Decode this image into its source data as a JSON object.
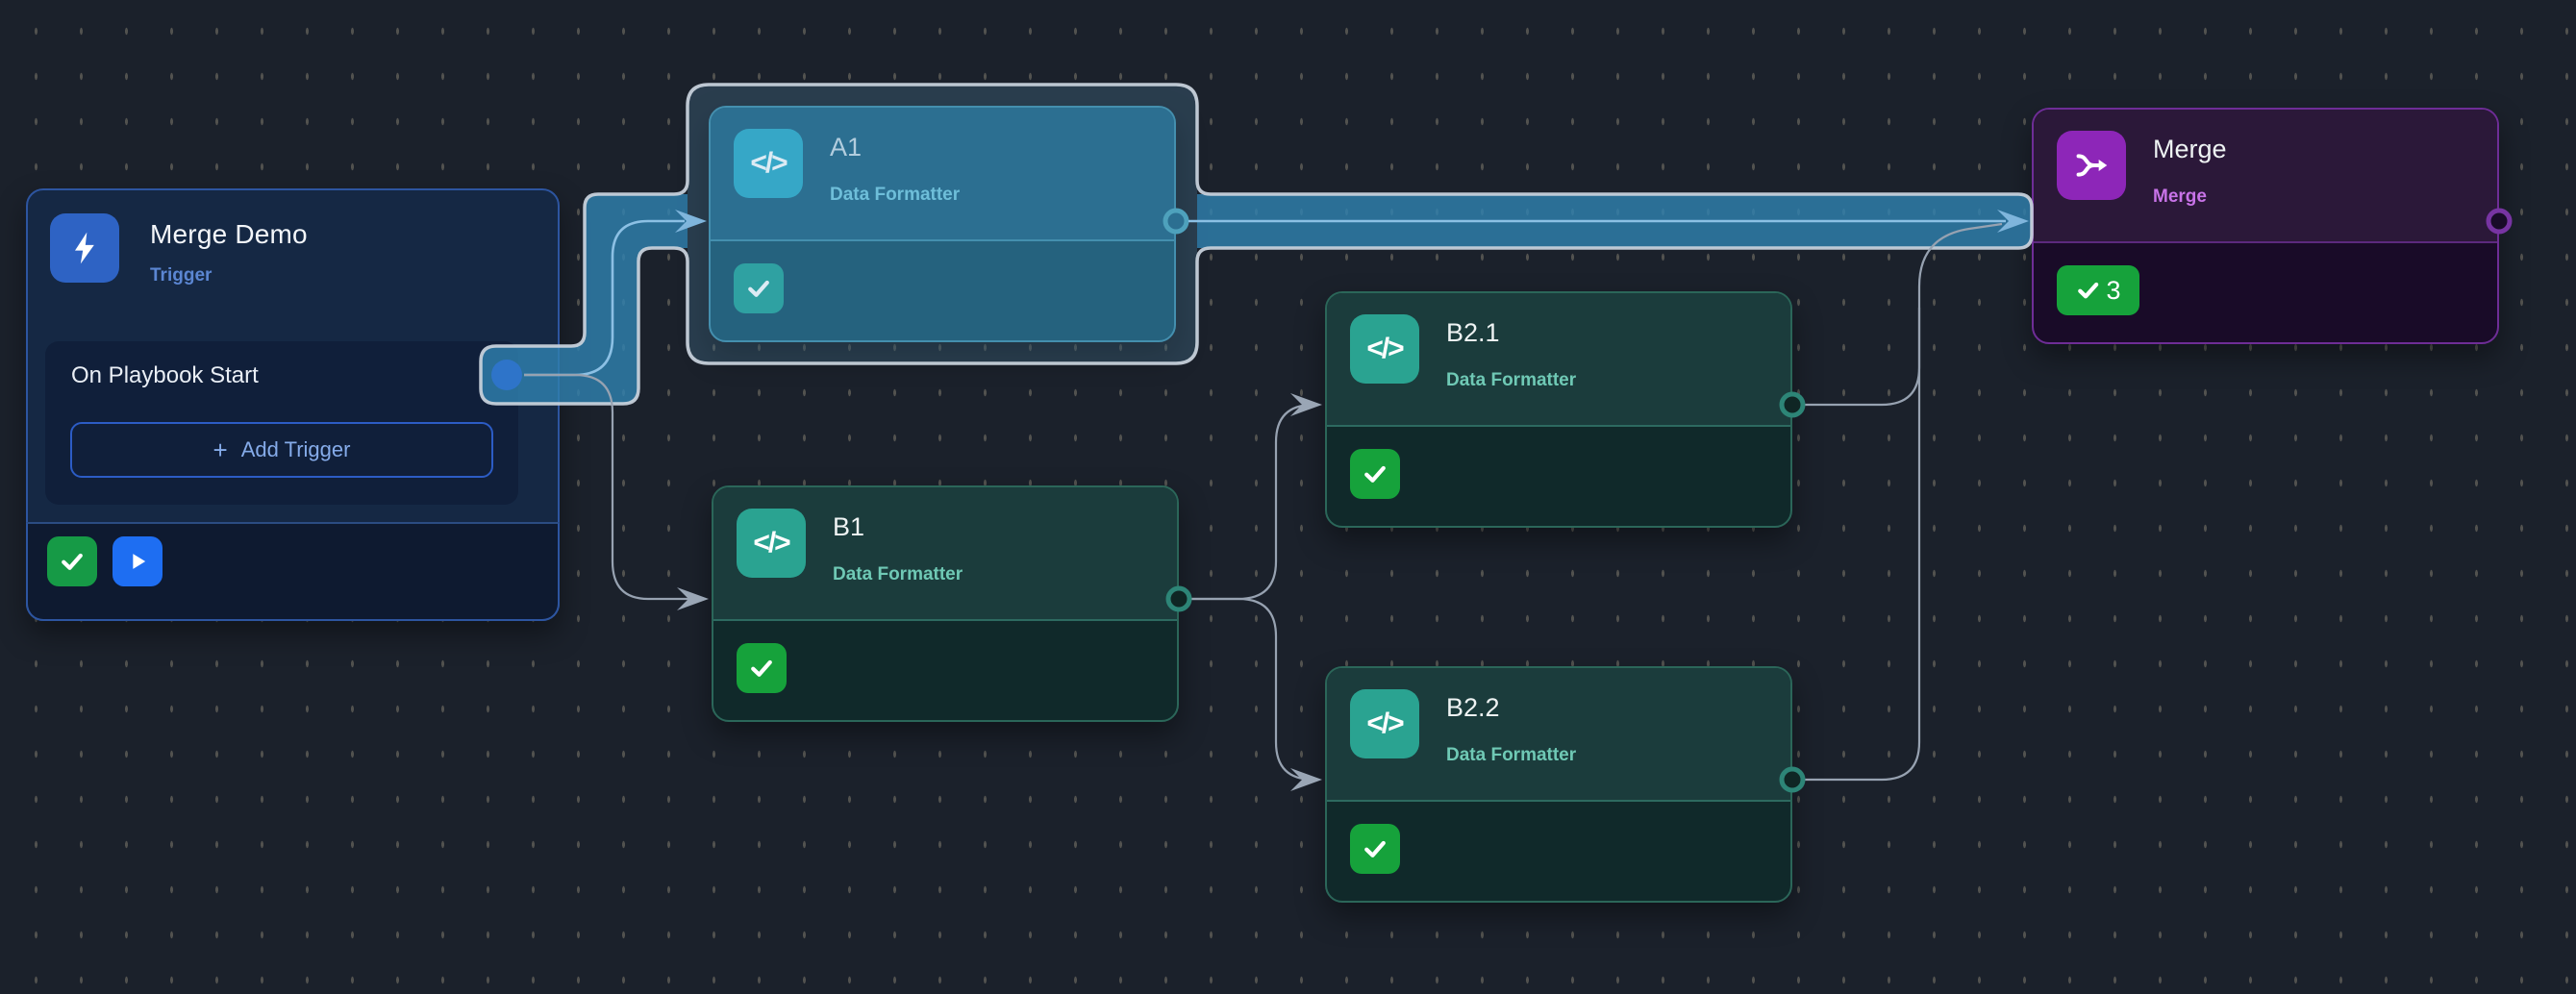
{
  "app": {
    "view": "playbook-canvas"
  },
  "palette": {
    "canvas_bg": "#1b212b",
    "selection_band": "#2f80ae",
    "trigger_accent": "#2e63c4",
    "action_accent": "#2aa391",
    "merge_accent": "#8d26b8",
    "success_green": "#16a23b",
    "run_blue": "#1e6ef2"
  },
  "icons": {
    "code_glyph": "</>",
    "plus_glyph": "+"
  },
  "nodes": {
    "trigger": {
      "title": "Merge Demo",
      "type_label": "Trigger",
      "row_label": "On Playbook Start",
      "add_label": "Add Trigger"
    },
    "a1": {
      "title": "A1",
      "type_label": "Data Formatter"
    },
    "b1": {
      "title": "B1",
      "type_label": "Data Formatter"
    },
    "b21": {
      "title": "B2.1",
      "type_label": "Data Formatter"
    },
    "b22": {
      "title": "B2.2",
      "type_label": "Data Formatter"
    },
    "merge": {
      "title": "Merge",
      "type_label": "Merge",
      "success_count": "3"
    }
  }
}
